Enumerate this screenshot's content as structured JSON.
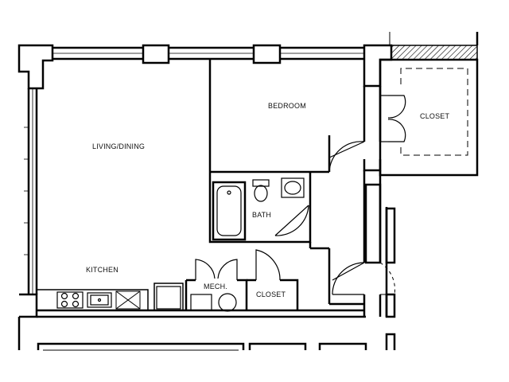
{
  "plan": {
    "rooms": {
      "living_dining": "LIVING/DINING",
      "bedroom": "BEDROOM",
      "closet_bedroom": "CLOSET",
      "bath": "BATH",
      "kitchen": "KITCHEN",
      "mech": "MECH.",
      "closet_hall": "CLOSET"
    }
  },
  "colors": {
    "wall": "#000000",
    "background": "#ffffff",
    "label": "#111111"
  }
}
